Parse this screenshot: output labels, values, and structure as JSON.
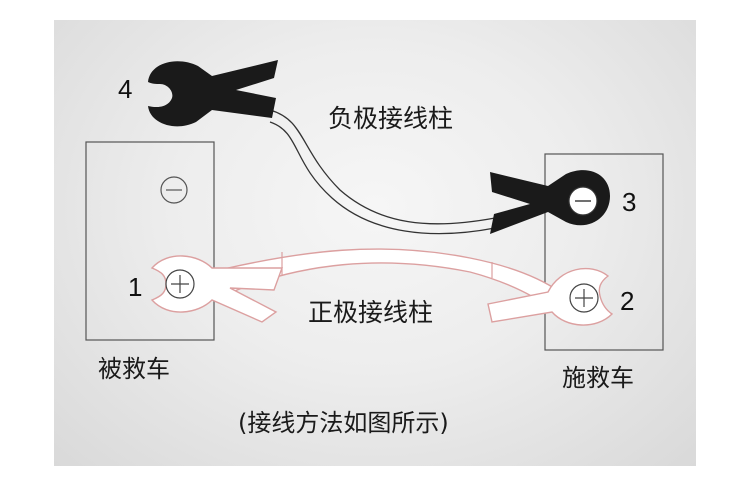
{
  "terminals": {
    "clamp_4": "4",
    "clamp_3": "3",
    "clamp_1": "1",
    "clamp_2": "2",
    "minus_symbol": "−",
    "plus_symbol": "+"
  },
  "labels": {
    "negative_terminal": "负极接线柱",
    "positive_terminal": "正极接线柱",
    "rescued_vehicle": "被救车",
    "rescuer_vehicle": "施救车",
    "caption": "(接线方法如图所示)"
  },
  "colors": {
    "negative_clamp": "#1a1a1a",
    "positive_clamp": "#ffffff",
    "positive_clamp_outline": "#e0a0a0",
    "battery_outline": "#555555",
    "panel_background": "#eeeeee"
  },
  "icons": {
    "negative_post": "minus-circle-icon",
    "positive_post": "plus-circle-icon"
  }
}
